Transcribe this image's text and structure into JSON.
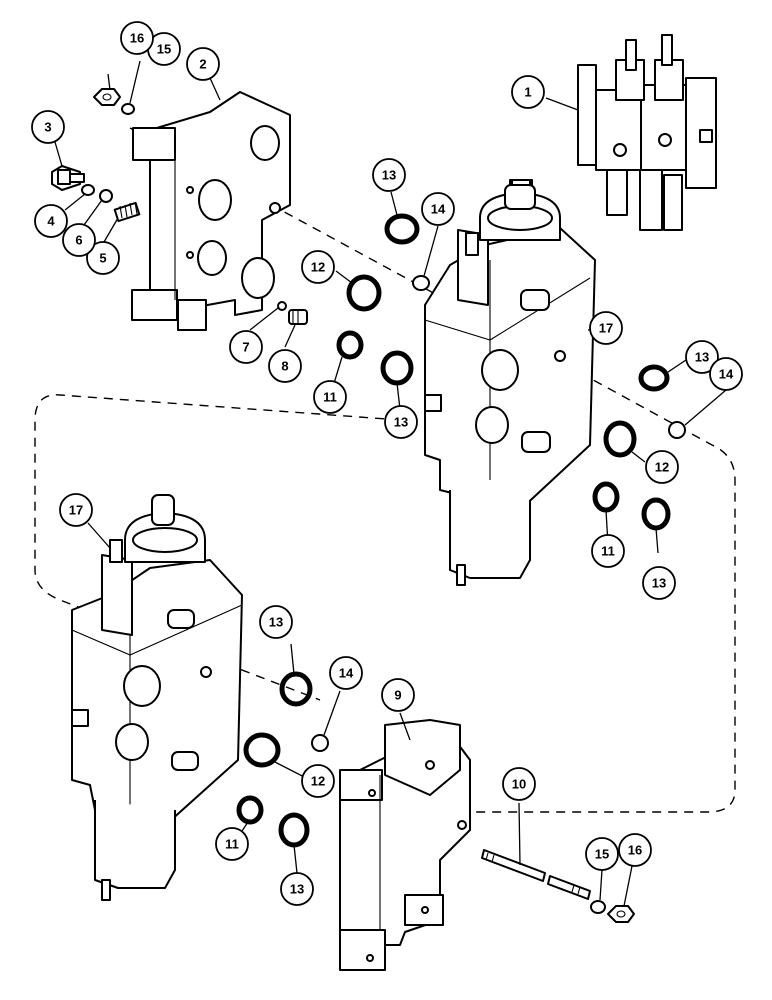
{
  "callouts": {
    "c1": "1",
    "c2": "2",
    "c3": "3",
    "c4": "4",
    "c5": "5",
    "c6": "6",
    "c7": "7",
    "c8": "8",
    "c9": "9",
    "c10": "10",
    "c11a": "11",
    "c11b": "11",
    "c11c": "11",
    "c12a": "12",
    "c12b": "12",
    "c12c": "12",
    "c13a": "13",
    "c13b": "13",
    "c13c": "13",
    "c13d": "13",
    "c13e": "13",
    "c13f": "13",
    "c14a": "14",
    "c14b": "14",
    "c14c": "14",
    "c15a": "15",
    "c15b": "15",
    "c16a": "16",
    "c16b": "16",
    "c17a": "17",
    "c17b": "17"
  }
}
